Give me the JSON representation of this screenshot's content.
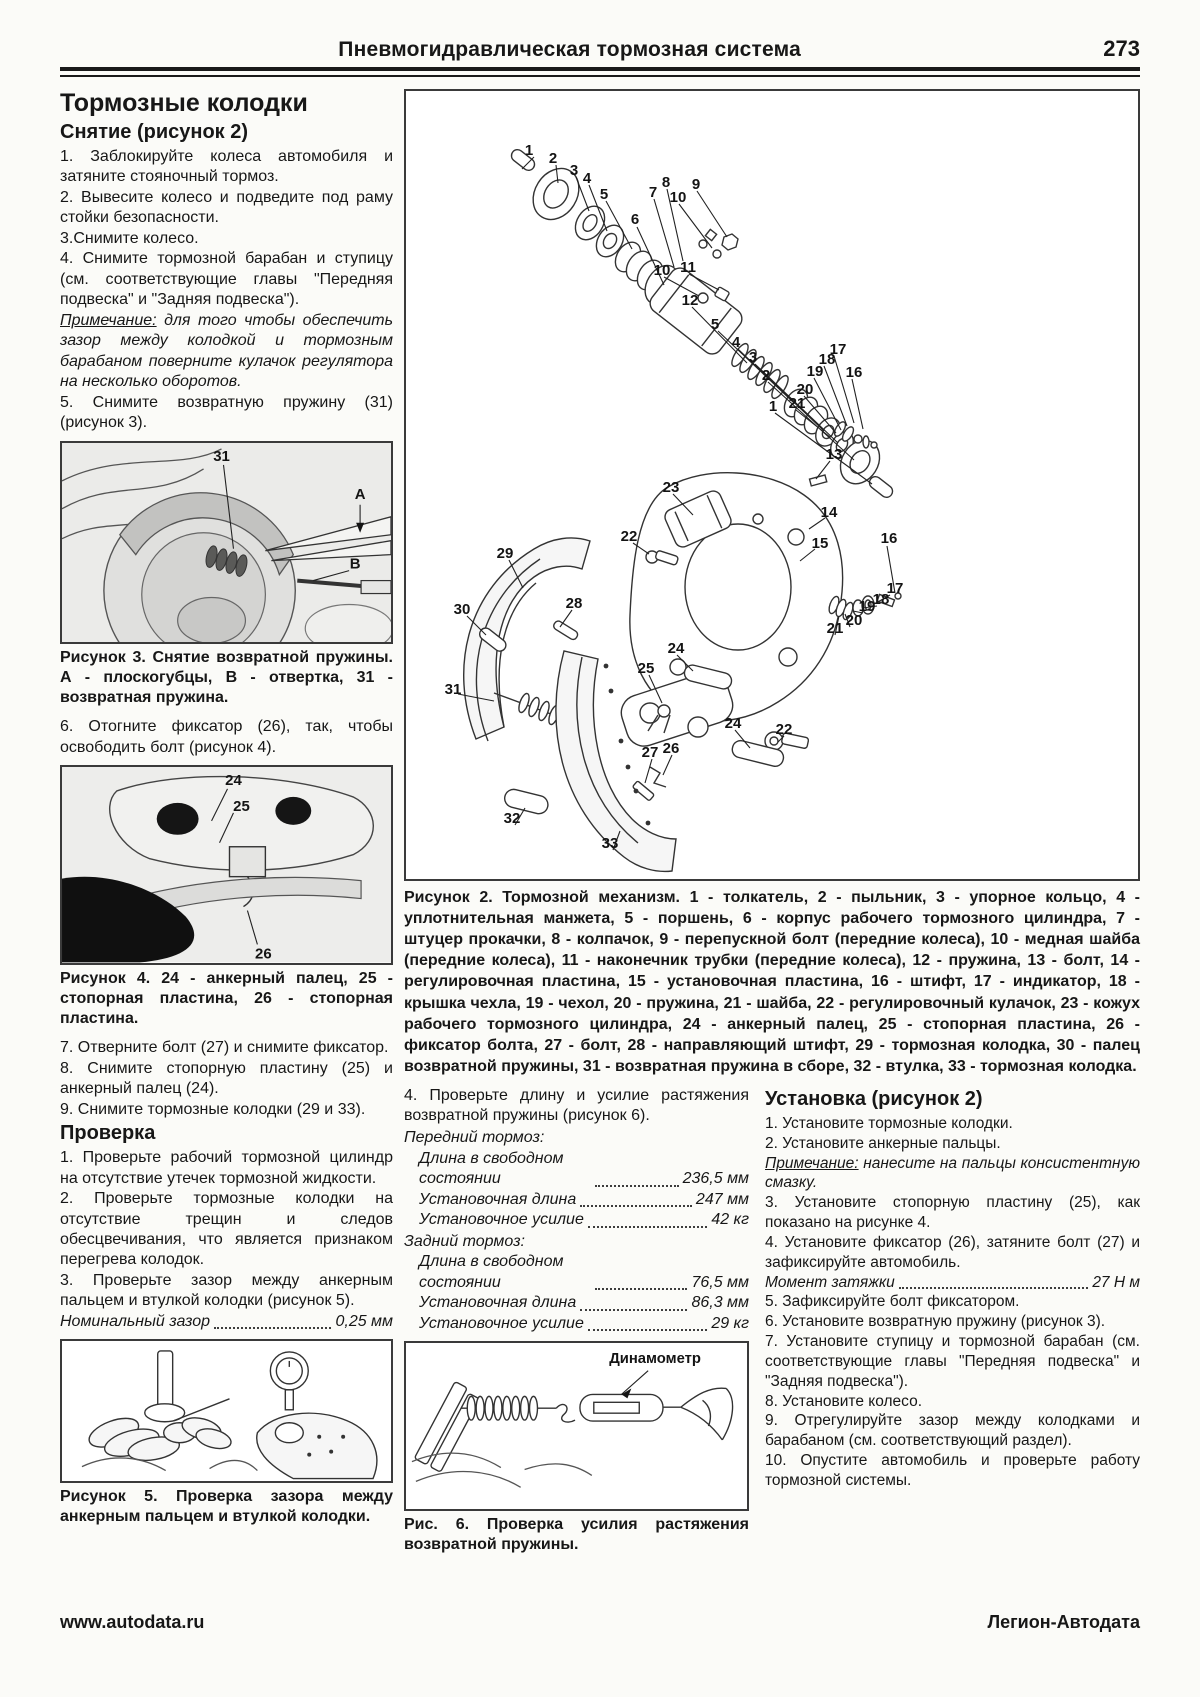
{
  "header": {
    "title": "Пневмогидравлическая тормозная система",
    "page_number": "273"
  },
  "left": {
    "title": "Тормозные колодки",
    "removal_heading": "Снятие (рисунок 2)",
    "steps": [
      "1. Заблокируйте колеса автомобиля и затяните стояночный тормоз.",
      "2. Вывесите колесо и подведите под раму стойки безопасности.",
      "3.Снимите колесо.",
      "4. Снимите тормозной барабан и ступицу (см. соответствующие главы \"Передняя подвеска\" и \"Задняя подвеска\")."
    ],
    "note_label": "Примечание:",
    "note_text": " для того чтобы обеспечить зазор между колодкой и тормозным барабаном поверните кулачок регулятора на несколько оборотов.",
    "step5": "5. Снимите возвратную пружину (31) (рисунок 3).",
    "step6": "6. Отогните фиксатор (26), так, чтобы освободить болт (рисунок 4).",
    "steps_7_9": [
      "7. Отверните болт (27) и снимите фиксатор.",
      "8. Снимите стопорную пластину (25) и анкерный палец (24).",
      "9. Снимите тормозные колодки (29 и 33)."
    ],
    "check_heading": "Проверка",
    "check_steps": [
      "1. Проверьте рабочий тормозной цилиндр на отсутствие утечек тормозной жидкости.",
      "2. Проверьте тормозные колодки на отсутствие трещин и следов обесцвечивания, что является признаком перегрева колодок.",
      "3. Проверьте зазор между анкерным пальцем и втулкой колодки (рисунок 5)."
    ],
    "gap_label": "Номинальный зазор",
    "gap_value": "0,25 мм"
  },
  "figures": {
    "fig2": {
      "caption": "Рисунок 2. Тормозной механизм. 1 - толкатель, 2 - пыльник, 3 - упорное кольцо, 4 - уплотнительная манжета, 5 - поршень, 6 - корпус рабочего тормозного цилиндра, 7 - штуцер прокачки, 8 - колпачок, 9 - перепускной болт (передние колеса), 10 - медная шайба (передние колеса), 11 - наконечник трубки (передние колеса), 12 - пружина, 13 - болт, 14 - регулировочная пластина, 15 - установочная пластина, 16 - штифт, 17 - индикатор, 18 - крышка чехла, 19 - чехол, 20 - пружина, 21 - шайба, 22 - регулировочный кулачок, 23 - кожух рабочего тормозного цилиндра, 24 - анкерный палец, 25 - стопорная пластина, 26 - фиксатор болта, 27 - болт, 28 - направляющий штифт, 29 - тормозная колодка, 30 - палец возвратной пружины, 31 - возвратная пружина в сборе, 32 - втулка, 33 - тормозная колодка.",
      "labels": [
        "1",
        "2",
        "3",
        "4",
        "5",
        "6",
        "7",
        "8",
        "9",
        "10",
        "10",
        "11",
        "12",
        "5",
        "4",
        "3",
        "2",
        "1",
        "17",
        "18",
        "19",
        "16",
        "20",
        "21",
        "13",
        "23",
        "14",
        "22",
        "15",
        "16",
        "17",
        "18",
        "19",
        "20",
        "21",
        "29",
        "30",
        "28",
        "24",
        "25",
        "31",
        "24",
        "22",
        "26",
        "27",
        "32",
        "33"
      ]
    },
    "fig3": {
      "caption": "Рисунок 3. Снятие возвратной пружины. А - плоскогубцы, В - отвертка, 31 - возвратная пружина.",
      "labels": [
        "31",
        "A",
        "B"
      ]
    },
    "fig4": {
      "caption": "Рисунок 4. 24 - анкерный палец, 25 - стопорная пластина, 26 - стопорная пластина.",
      "labels": [
        "24",
        "25",
        "26"
      ]
    },
    "fig5": {
      "caption": "Рисунок 5. Проверка зазора между анкерным пальцем и втулкой колодки."
    },
    "fig6": {
      "dynamometer_label": "Динамометр",
      "caption": "Рис. 6. Проверка усилия растяжения возвратной пружины."
    }
  },
  "middle": {
    "step4": "4. Проверьте длину и усилие растяжения возвратной пружины (рисунок 6).",
    "front_heading": "Передний тормоз:",
    "front_specs": [
      {
        "label": "Длина в свободном состоянии",
        "value": "236,5 мм"
      },
      {
        "label": "Установочная длина",
        "value": "247 мм"
      },
      {
        "label": "Установочное усилие",
        "value": "42 кг"
      }
    ],
    "rear_heading": "Задний тормоз:",
    "rear_specs": [
      {
        "label": "Длина в свободном состоянии",
        "value": "76,5 мм"
      },
      {
        "label": "Установочная длина",
        "value": "86,3 мм"
      },
      {
        "label": "Установочное усилие",
        "value": "29 кг"
      }
    ]
  },
  "install": {
    "heading": "Установка (рисунок 2)",
    "steps_1_2": [
      "1. Установите тормозные колодки.",
      "2. Установите анкерные пальцы."
    ],
    "note_label": "Примечание:",
    "note_text": " нанесите на пальцы консистентную смазку.",
    "steps_3_4": [
      "3. Установите стопорную пластину (25), как показано на рисунке 4.",
      "4. Установите фиксатор (26), затяните болт (27) и зафиксируйте автомобиль."
    ],
    "torque_label": "Момент затяжки",
    "torque_value": "27 Н м",
    "steps_5_10": [
      "5. Зафиксируйте болт фиксатором.",
      "6. Установите возвратную пружину (рисунок 3).",
      "7. Установите ступицу и тормозной барабан (см. соответствующие главы \"Передняя подвеска\" и \"Задняя подвеска\").",
      "8. Установите колесо.",
      "9. Отрегулируйте зазор между колодками и барабаном (см. соответствующий раздел).",
      "10. Опустите автомобиль и проверьте работу тормозной системы."
    ]
  },
  "footer": {
    "site": "www.autodata.ru",
    "brand": "Легион-Автодата"
  }
}
